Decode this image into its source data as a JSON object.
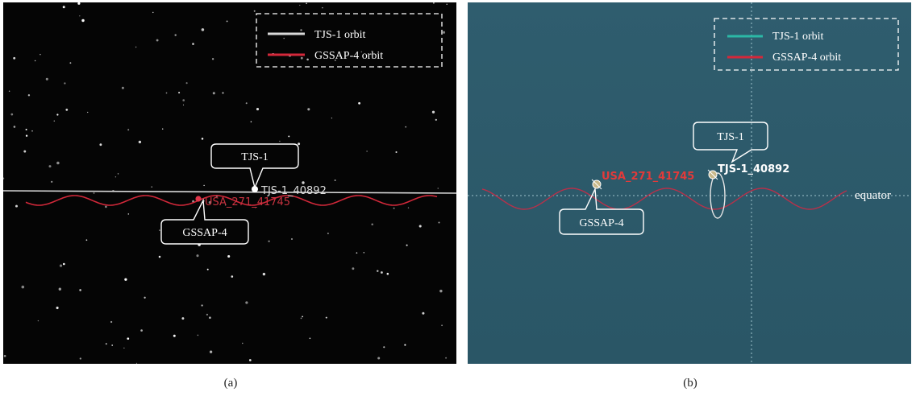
{
  "panel_a": {
    "legend": [
      {
        "label": "TJS-1 orbit",
        "color": "#d9d9d9"
      },
      {
        "label": "GSSAP-4 orbit",
        "color": "#d3283a"
      }
    ],
    "callout_tjs": "TJS-1",
    "callout_gssap": "GSSAP-4",
    "label_tjs": "TJS-1_40892",
    "label_usa": "USA_271_41745",
    "caption": "(a)"
  },
  "panel_b": {
    "legend": [
      {
        "label": "TJS-1 orbit",
        "color": "#2bb8a6"
      },
      {
        "label": "GSSAP-4 orbit",
        "color": "#d3283a"
      }
    ],
    "callout_tjs": "TJS-1",
    "callout_gssap": "GSSAP-4",
    "label_tjs": "TJS-1_40892",
    "label_usa": "USA_271_41745",
    "equator_label": "equator",
    "caption": "(b)"
  },
  "colors": {
    "space_background": "#050505",
    "ocean_background": "#2d5b6b",
    "tjs_orbit_a": "#d9d9d9",
    "gssap_orbit": "#d3283a"
  }
}
